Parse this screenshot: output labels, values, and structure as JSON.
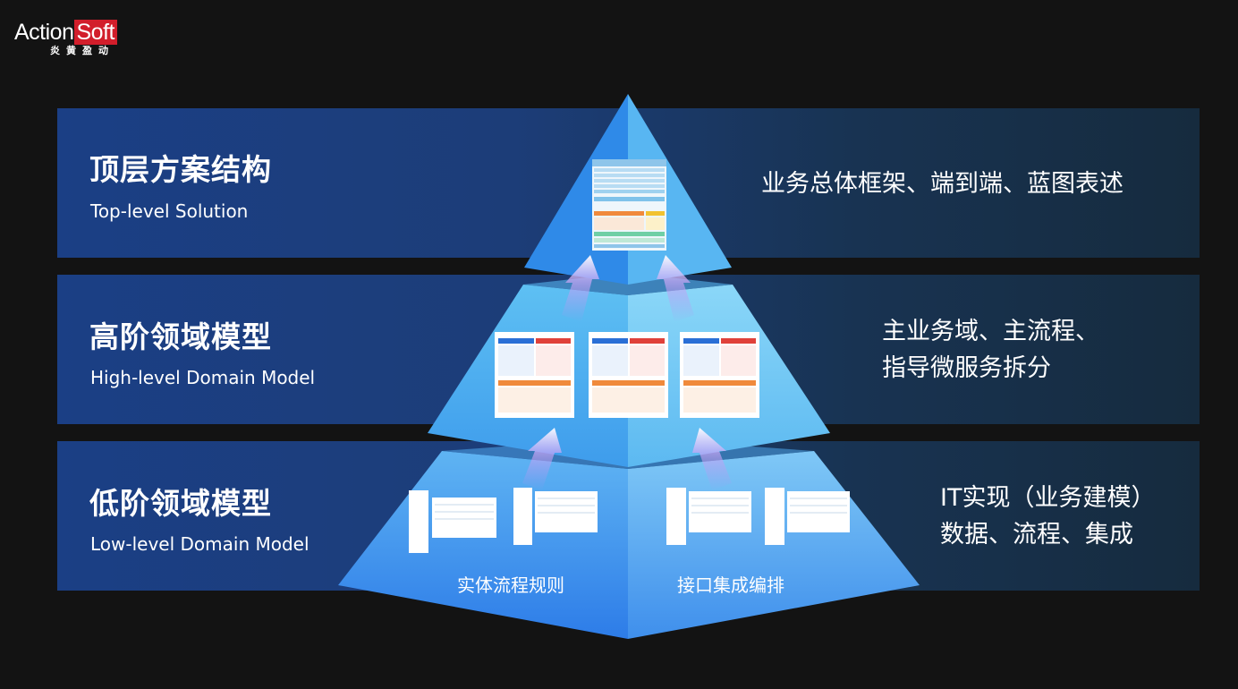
{
  "logo": {
    "brand_part1": "Action",
    "brand_part2": "Soft",
    "subtitle": "炎黄盈动"
  },
  "layers": [
    {
      "title_zh": "顶层方案结构",
      "title_en": "Top-level Solution",
      "desc": [
        "业务总体框架、端到端、蓝图表述"
      ]
    },
    {
      "title_zh": "高阶领域模型",
      "title_en": "High-level Domain Model",
      "desc": [
        "主业务域、主流程、",
        "指导微服务拆分"
      ]
    },
    {
      "title_zh": "低阶领域模型",
      "title_en": "Low-level Domain Model",
      "desc": [
        "IT实现（业务建模）",
        "数据、流程、集成"
      ]
    }
  ],
  "pyramid_labels": {
    "left": "实体流程规则",
    "right": "接口集成编排"
  },
  "colors": {
    "band_start": "#1b3f85",
    "band_end": "#162b3e",
    "pyramid_light": "#7fd3f7",
    "pyramid_dark": "#2f7de8",
    "brand_red": "#d21e2b",
    "card_header_blue": "#2a6fd6",
    "card_header_red": "#e0413a",
    "card_bar_orange": "#f08a3c"
  }
}
